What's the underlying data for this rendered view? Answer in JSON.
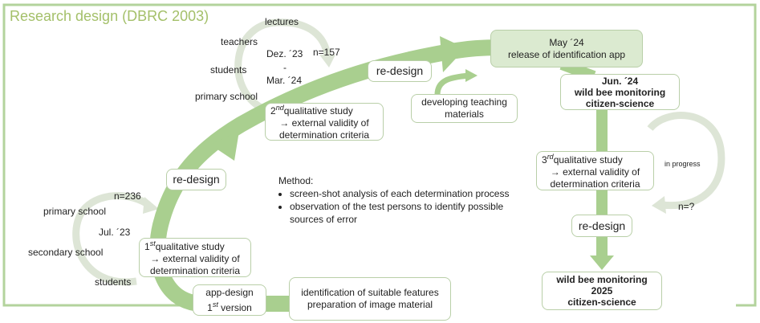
{
  "title": "Research design (DBRC 2003)",
  "cycle2": {
    "lectures": "lectures",
    "teachers": "teachers",
    "students": "students",
    "primary": "primary school",
    "date_from": "Dez. ´23",
    "dash": "-",
    "date_to": "Mar. ´24",
    "n": "n=157"
  },
  "cycle1": {
    "n": "n=236",
    "primary": "primary school",
    "date": "Jul. ´23",
    "secondary": "secondary school",
    "students": "students"
  },
  "cycle3": {
    "status": "in progress",
    "n": "n=?"
  },
  "study1": {
    "num": "1",
    "sup": "st",
    "line1": "qualitative study",
    "line2": "→ external validity of",
    "line3": "determination criteria"
  },
  "study2": {
    "num": "2",
    "sup": "nd",
    "line1": "qualitative study",
    "line2": "→ external validity of",
    "line3": "determination criteria"
  },
  "study3": {
    "num": "3",
    "sup": "rd",
    "line1": "qualitative study",
    "line2": "→ external validity of",
    "line3": "determination criteria"
  },
  "redesign": "re-design",
  "app_design": {
    "line1": "app-design",
    "num": "1",
    "sup": "st",
    "line2": "version"
  },
  "identification": {
    "line1": "identification of suitable features",
    "line2": "preparation of image material"
  },
  "teaching": {
    "line1": "developing teaching",
    "line2": "materials"
  },
  "release": {
    "line1": "May ´24",
    "line2": "release of identification app"
  },
  "june": {
    "line1": "Jun. ´24",
    "line2": "wild bee monitoring",
    "line3": "citizen-science"
  },
  "final": {
    "line1": "wild bee monitoring",
    "line2": "2025",
    "line3": "citizen-science"
  },
  "method": {
    "heading": "Method:",
    "items": [
      "screen-shot analysis of each determination process",
      "observation of the test persons to identify possible sources of error"
    ]
  },
  "colors": {
    "accent": "#a9cf8f",
    "frame": "#b3d39c",
    "cycle": "#dde5d6",
    "title": "#a4c06a"
  }
}
